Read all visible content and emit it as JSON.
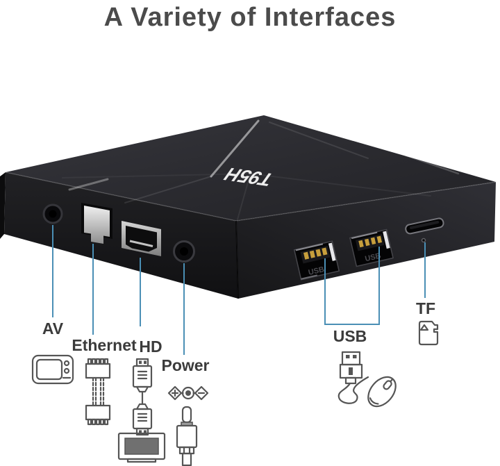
{
  "title": "A Variety of Interfaces",
  "device": {
    "logo": "T95H",
    "usb_port_markings": [
      "USB",
      "USB"
    ]
  },
  "labels": {
    "av": "AV",
    "ethernet": "Ethernet",
    "hd": "HD",
    "power": "Power",
    "usb": "USB",
    "tf": "TF"
  },
  "icons": {
    "av": "tv-icon",
    "ethernet": "ethernet-connectors-icon",
    "hd": "hdmi-cable-monitor-icon",
    "power": "dc-plug-polarity-icon",
    "usb": "usb-plug-mouse-icon",
    "tf": "microsd-card-icon"
  },
  "colors": {
    "background": "#ffffff",
    "title_text": "#4b4b4b",
    "label_text": "#3b3b3b",
    "leader_line": "#4a8fb5",
    "icon_outline": "#555555",
    "device_body": "#1b1b1e",
    "usb_pin_gold": "#c79f3c",
    "device_logo": "#ffffff"
  }
}
